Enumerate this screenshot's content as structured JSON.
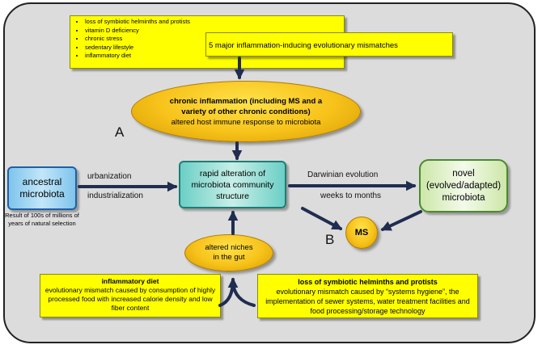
{
  "top_box": {
    "bullets": [
      "loss of symbiotic helminths and protists",
      "vitamin D deficiency",
      "chronic stress",
      "sedentary lifestyle",
      "inflammatory diet"
    ],
    "summary": "5 major inflammation-inducing evolutionary mismatches"
  },
  "chronic": {
    "title": "chronic inflammation (including MS and a variety of other chronic conditions)",
    "subtitle": "altered host immune response to microbiota"
  },
  "labels": {
    "a": "A",
    "b": "B"
  },
  "ancestral": {
    "line1": "ancestral",
    "line2": "microbiota",
    "note": "Result of 100s of millions of years of natural selection"
  },
  "edges_left": {
    "top": "urbanization",
    "bottom": "industrialization"
  },
  "rapid": {
    "text": "rapid alteration of microbiota community structure"
  },
  "edges_right": {
    "top": "Darwinian evolution",
    "bottom": "weeks to months"
  },
  "novel": {
    "line1": "novel",
    "line2": "(evolved/adapted)",
    "line3": "microbiota"
  },
  "ms": {
    "text": "MS"
  },
  "niches": {
    "line1": "altered niches",
    "line2": "in the gut"
  },
  "diet": {
    "title": "inflammatory diet",
    "body": "evolutionary mismatch caused by consumption of highly processed food with increased calorie density and low fiber content"
  },
  "hygiene": {
    "title": "loss of symbiotic helminths and protists",
    "body": "evolutionary mismatch caused by “systems hygiene”, the implementation of sewer systems, water treatment facilities and food processing/storage technology"
  },
  "colors": {
    "arrow": "#1f2d4f",
    "yellow": "#ffff00",
    "ellipse": "#f7c21a",
    "ancestral": "#7fc4ec",
    "rapid": "#6ccfc6",
    "novel": "#cde7a9",
    "frame": "#dcdcdc"
  }
}
